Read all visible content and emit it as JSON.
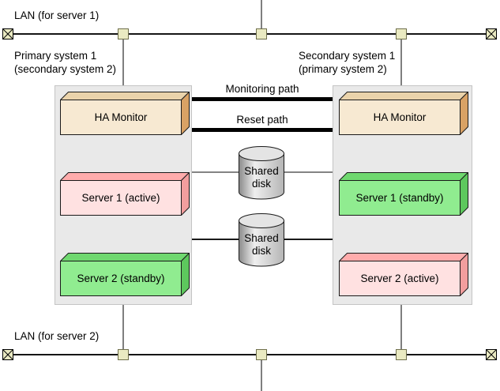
{
  "lan_top": {
    "label": "LAN (for server 1)"
  },
  "lan_bottom": {
    "label": "LAN (for server 2)"
  },
  "systems": {
    "left": {
      "title_line1": "Primary system 1",
      "title_line2": "(secondary system 2)",
      "ha_monitor": "HA Monitor",
      "server1": "Server 1 (active)",
      "server2": "Server 2 (standby)"
    },
    "right": {
      "title_line1": "Secondary system 1",
      "title_line2": "(primary system 2)",
      "ha_monitor": "HA Monitor",
      "server1": "Server 1 (standby)",
      "server2": "Server 2 (active)"
    }
  },
  "paths": {
    "monitoring_label": "Monitoring path",
    "reset_label": "Reset path"
  },
  "disks": {
    "disk1_label": "Shared disk",
    "disk2_label": "Shared disk"
  },
  "colors": {
    "ha_monitor_box": "#f7e9d2",
    "active_server_box": "#ffe1e1",
    "standby_server_box": "#90ec90",
    "system_panel": "#e9e9e9",
    "lan_node_fill": "#eaeac2",
    "path_line": "#000000",
    "connector_line": "#7f7f7f"
  }
}
